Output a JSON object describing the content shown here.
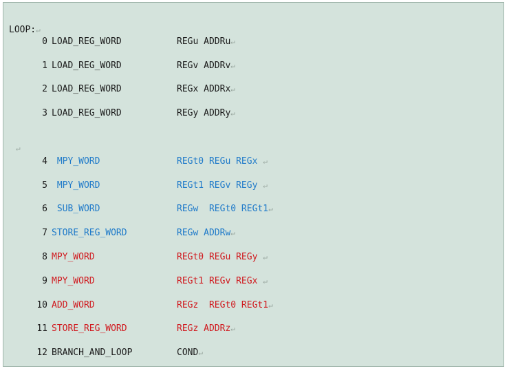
{
  "label": "LOOP:",
  "return_mark": "↵",
  "colors": {
    "background": "#d4e3dc",
    "text": "#1a1a1a",
    "blue": "#1f7ac9",
    "red": "#d0191e",
    "mark": "#9aa8a1"
  },
  "instructions": [
    {
      "num": "0",
      "op": "LOAD_REG_WORD",
      "args": "REGu ADDRu",
      "color": "default"
    },
    {
      "num": "1",
      "op": "LOAD_REG_WORD",
      "args": "REGv ADDRv",
      "color": "default"
    },
    {
      "num": "2",
      "op": "LOAD_REG_WORD",
      "args": "REGx ADDRx",
      "color": "default"
    },
    {
      "num": "3",
      "op": "LOAD_REG_WORD",
      "args": "REGy ADDRy",
      "color": "default"
    },
    {
      "num": "4",
      "op": " MPY_WORD",
      "args": "REGt0 REGu REGx ",
      "color": "blue"
    },
    {
      "num": "5",
      "op": " MPY_WORD",
      "args": "REGt1 REGv REGy ",
      "color": "blue"
    },
    {
      "num": "6",
      "op": " SUB_WORD",
      "args": "REGw  REGt0 REGt1",
      "color": "blue"
    },
    {
      "num": "7",
      "op": "STORE_REG_WORD",
      "args": "REGw ADDRw",
      "color": "blue"
    },
    {
      "num": "8",
      "op": "MPY_WORD",
      "args": "REGt0 REGu REGy ",
      "color": "red"
    },
    {
      "num": "9",
      "op": "MPY_WORD",
      "args": "REGt1 REGv REGx ",
      "color": "red"
    },
    {
      "num": "10",
      "op": "ADD_WORD",
      "args": "REGz  REGt0 REGt1",
      "color": "red"
    },
    {
      "num": "11",
      "op": "STORE_REG_WORD",
      "args": "REGz ADDRz",
      "color": "red"
    },
    {
      "num": "12",
      "op": "BRANCH_AND_LOOP",
      "args": "COND",
      "color": "default"
    }
  ]
}
